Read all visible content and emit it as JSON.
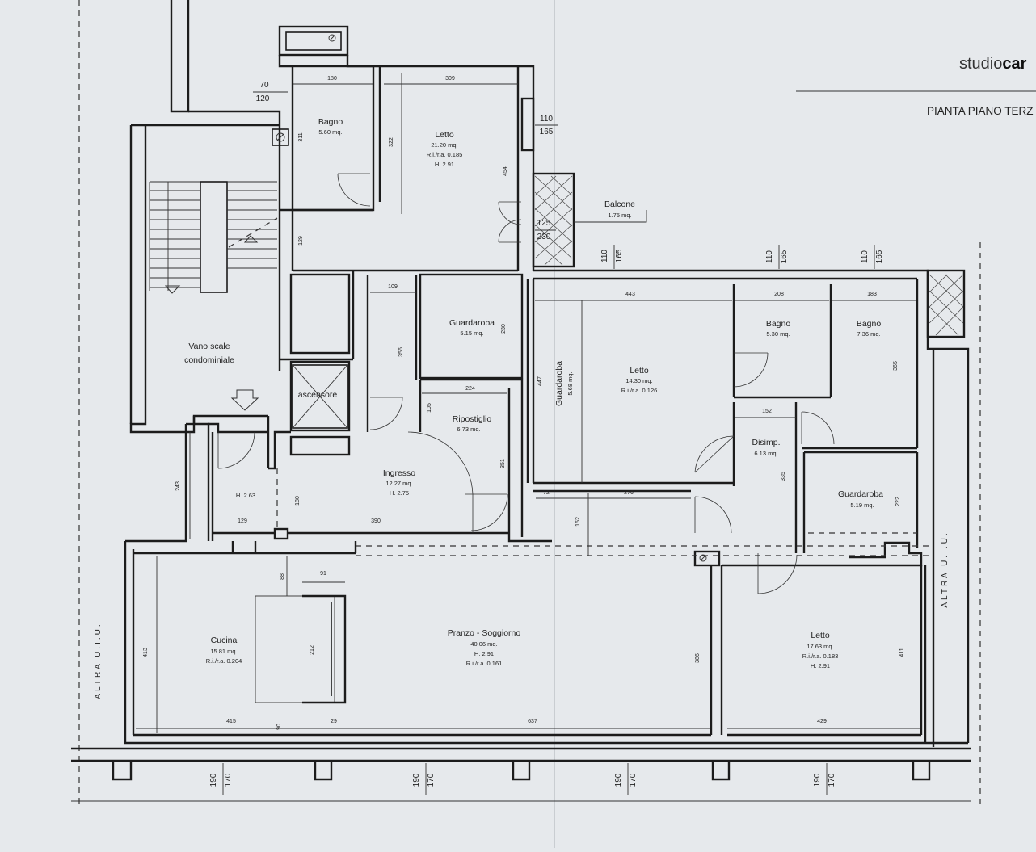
{
  "header": {
    "brand_light": "studio",
    "brand_bold": "car",
    "title": "PIANTA PIANO TERZ"
  },
  "rooms": {
    "bagno_top": {
      "name": "Bagno",
      "area": "5.60 mq."
    },
    "letto_top": {
      "name": "Letto",
      "area": "21.20 mq.",
      "ratio": "R.i./r.a. 0.185",
      "height": "H. 2.91"
    },
    "balcone": {
      "name": "Balcone",
      "area": "1.75 mq."
    },
    "vano_scale": {
      "line1": "Vano scale",
      "line2": "condominiale"
    },
    "ascensore": {
      "name": "ascensore"
    },
    "guardaroba_1": {
      "name": "Guardaroba",
      "area": "5.15 mq."
    },
    "ripostiglio": {
      "name": "Ripostiglio",
      "area": "6.73 mq."
    },
    "ingresso": {
      "name": "Ingresso",
      "area": "12.27 mq.",
      "height": "H. 2.75"
    },
    "guardaroba_2": {
      "name": "Guardaroba",
      "area": "5.68 mq."
    },
    "letto_mid": {
      "name": "Letto",
      "area": "14.30 mq.",
      "ratio": "R.i./r.a. 0.126"
    },
    "bagno_mid": {
      "name": "Bagno",
      "area": "5.30 mq."
    },
    "bagno_right": {
      "name": "Bagno",
      "area": "7.36 mq."
    },
    "disimp": {
      "name": "Disimp.",
      "area": "6.13 mq."
    },
    "guardaroba_3": {
      "name": "Guardaroba",
      "area": "5.19 mq."
    },
    "small_room": {
      "height": "H. 2.63"
    },
    "cucina": {
      "name": "Cucina",
      "area": "15.81 mq.",
      "ratio": "R.i./r.a. 0.204"
    },
    "pranzo": {
      "name": "Pranzo - Soggiorno",
      "area": "40.06 mq.",
      "height": "H. 2.91",
      "ratio": "R.i./r.a. 0.161"
    },
    "letto_bottom": {
      "name": "Letto",
      "area": "17.63 mq.",
      "ratio": "R.i./r.a. 0.183",
      "height": "H. 2.91"
    },
    "altra_left": "ALTRA U.I.U.",
    "altra_right": "ALTRA U.I.U."
  },
  "dimensions": {
    "w70": "70",
    "w120": "120",
    "bagno_w": "180",
    "letto_w": "309",
    "bagno_h": "311",
    "letto_h": "322",
    "c129a": "129",
    "h454": "454",
    "win1_a": "110",
    "win1_b": "165",
    "balc_a": "125",
    "balc_b": "230",
    "win2_a": "110",
    "win2_b": "165",
    "win3_a": "110",
    "win3_b": "165",
    "win4_a": "110",
    "win4_b": "165",
    "d109": "109",
    "d356": "356",
    "d230": "230",
    "d224": "224",
    "d105": "105",
    "d351": "351",
    "d443": "443",
    "d447": "447",
    "d208": "208",
    "d183": "183",
    "d365": "365",
    "d152a": "152",
    "d335": "335",
    "d72": "72",
    "d276": "276",
    "d152b": "152",
    "d222": "222",
    "d243": "243",
    "d180": "180",
    "d129b": "129",
    "d390": "390",
    "d88": "88",
    "d91": "91",
    "d413": "413",
    "d212": "212",
    "d386": "386",
    "d411": "411",
    "d415": "415",
    "d90": "90",
    "d29": "29",
    "d637": "637",
    "d429": "429",
    "bw1_a": "190",
    "bw1_b": "170",
    "bw2_a": "190",
    "bw2_b": "170",
    "bw3_a": "190",
    "bw3_b": "170",
    "bw4_a": "190",
    "bw4_b": "170"
  }
}
